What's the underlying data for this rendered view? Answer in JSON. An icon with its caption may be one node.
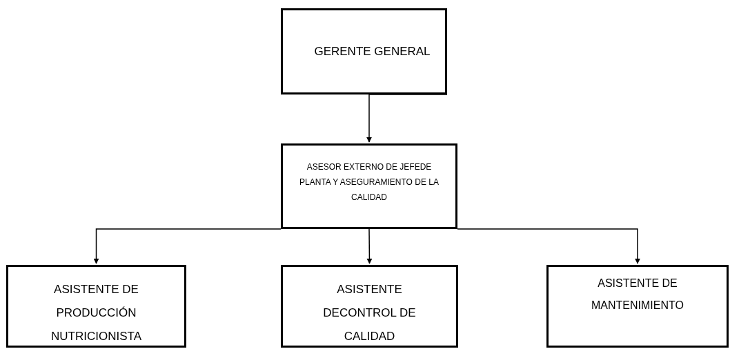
{
  "diagram": {
    "nodes": [
      {
        "text": [
          "GERENTE GENERAL"
        ]
      },
      {
        "text": [
          "ASESOR EXTERNO DE JEFEDE PLANTA Y ASEGURAMIENTO DE LA CALIDAD"
        ]
      },
      {
        "text": [
          "ASISTENTE DE PRODUCCIÓN NUTRICIONISTA"
        ]
      },
      {
        "text": [
          "ASISTENTE DECONTROL DE CALIDAD"
        ]
      },
      {
        "text": [
          "ASISTENTE DE MANTENIMIENTO"
        ]
      }
    ],
    "edges": [
      {
        "from": 0,
        "to": 1,
        "arrow": "to"
      },
      {
        "from": 1,
        "to": 2,
        "arrow": "to"
      },
      {
        "from": 1,
        "to": 3,
        "arrow": "to"
      },
      {
        "from": 1,
        "to": 4,
        "arrow": "to"
      }
    ]
  }
}
